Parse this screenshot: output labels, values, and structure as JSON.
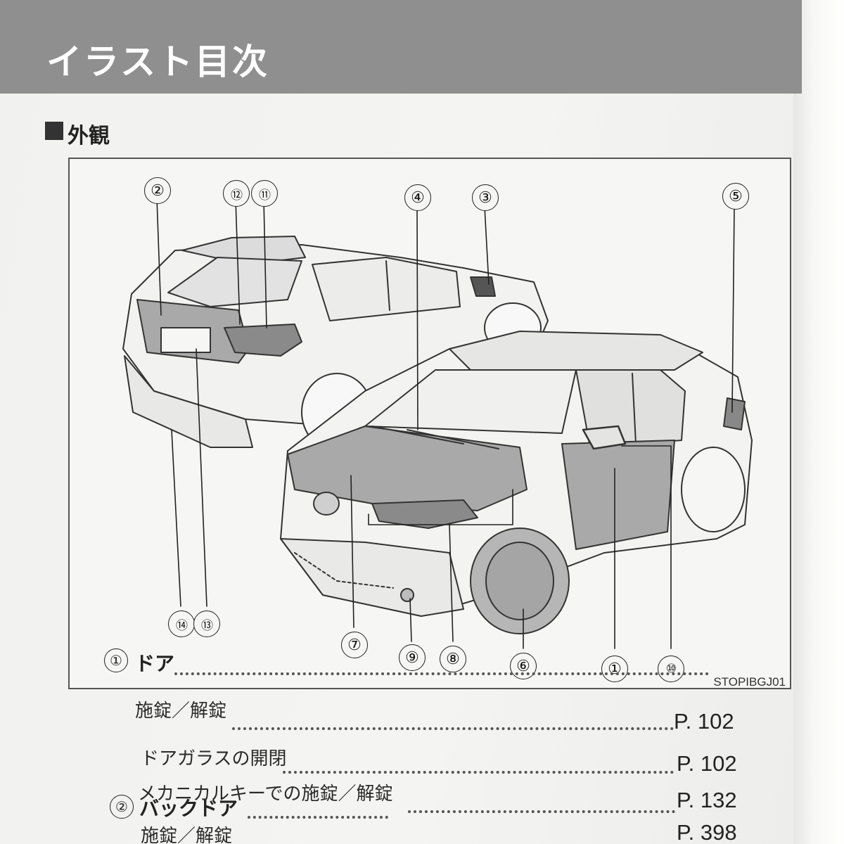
{
  "header": {
    "title": "イラスト目次"
  },
  "section": {
    "title": "外観"
  },
  "figure": {
    "code": "STOPIBGJ01",
    "callouts": [
      "②",
      "⑫",
      "⑪",
      "④",
      "③",
      "⑤",
      "⑭",
      "⑬",
      "⑦",
      "⑨",
      "⑧",
      "⑥",
      "①",
      "⑩"
    ]
  },
  "index": {
    "entries": [
      {
        "num": "①",
        "title": "ドア",
        "items": [
          {
            "label": "施錠／解錠",
            "page": "P. 102"
          },
          {
            "label": "ドアガラスの開閉",
            "page": "P. 102"
          },
          {
            "label": "メカニカルキーでの施錠／解錠",
            "page": "P. 132"
          }
        ]
      },
      {
        "num": "②",
        "title": "バックドア",
        "items": [
          {
            "label": "施錠／解錠",
            "page": "P. 398"
          }
        ]
      }
    ]
  }
}
